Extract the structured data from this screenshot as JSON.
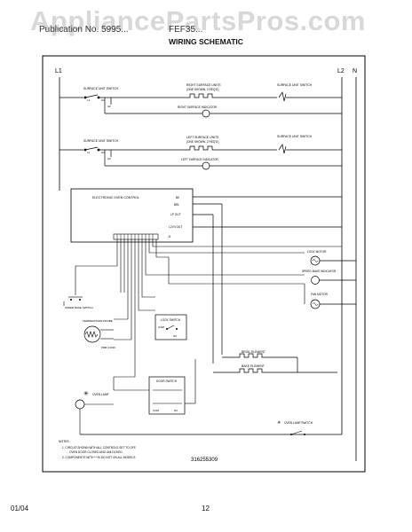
{
  "header": {
    "watermark": "AppliancePartsPros.com",
    "publication_left": "Publication No. 5995...",
    "model_right": "FEF35...",
    "title": "WIRING SCHEMATIC"
  },
  "diagram": {
    "lines": {
      "l1": "L1",
      "l2": "L2",
      "n": "N"
    },
    "top_section": {
      "surface_switch_1": "SURFACE UNIT SWITCH",
      "right_units": "RIGHT SURFACE UNITS",
      "right_units_sub": "(ONE SHOWN, 2 REQ'D)",
      "surface_switch_2": "SURFACE UNIT SWITCH",
      "right_indicator": "RIGHT SURFACE INDICATOR",
      "surface_switch_3": "SURFACE UNIT SWITCH",
      "left_units": "LEFT SURFACE UNITS",
      "left_units_sub": "(ONE SHOWN, 2 REQ'D)",
      "surface_switch_4": "SURFACE UNIT SWITCH",
      "left_indicator": "LEFT SURFACE INDICATOR",
      "terminal_l1": "L1",
      "terminal_h1": "H1",
      "terminal_h2": "H2",
      "terminal_l1b": "L1",
      "terminal_h1b": "H1",
      "terminal_h2b": "H2"
    },
    "control": {
      "name": "ELECTRONIC OVEN CONTROL",
      "bk": "BK",
      "brl": "BRL",
      "lp_out": "LP OUT",
      "l2_in": "L2 IN OUT",
      "j1": "J1"
    },
    "components": {
      "lock_motor": "LOCK MOTOR",
      "speed_bake_indicator": "SPEED BAKE INDICATOR",
      "fan_motor": "FAN MOTOR",
      "speed_bake_switch": "SPEED BAKE SWITCH",
      "temp_probe": "TEMPERATURE PROBE",
      "probe_conn": "PRB CONN",
      "lock_switch": "LOCK SWITCH",
      "lock_com": "COM",
      "lock_nc": "NC",
      "broil_element": "BROIL ELEMENT",
      "bake_element": "BAKE ELEMENT",
      "door_switch": "DOOR SWITCH",
      "door_com": "COM",
      "door_nc": "NC",
      "oven_lamp": "OVEN LAMP",
      "oven_lamp_switch": "OVEN LAMP SWITCH"
    },
    "notes": {
      "heading": "NOTES :",
      "note1": "1. CIRCUIT SHOWN WITH ALL CONTROLS SET TO OFF,",
      "note1b": "OVEN DOOR CLOSED AND UNLOCKED.",
      "note2": "2. COMPONENTS WITH ** IN DO NOT ON ALL MODELS."
    },
    "part_number": "316255309"
  },
  "footer": {
    "date": "01/04",
    "page": "12"
  }
}
